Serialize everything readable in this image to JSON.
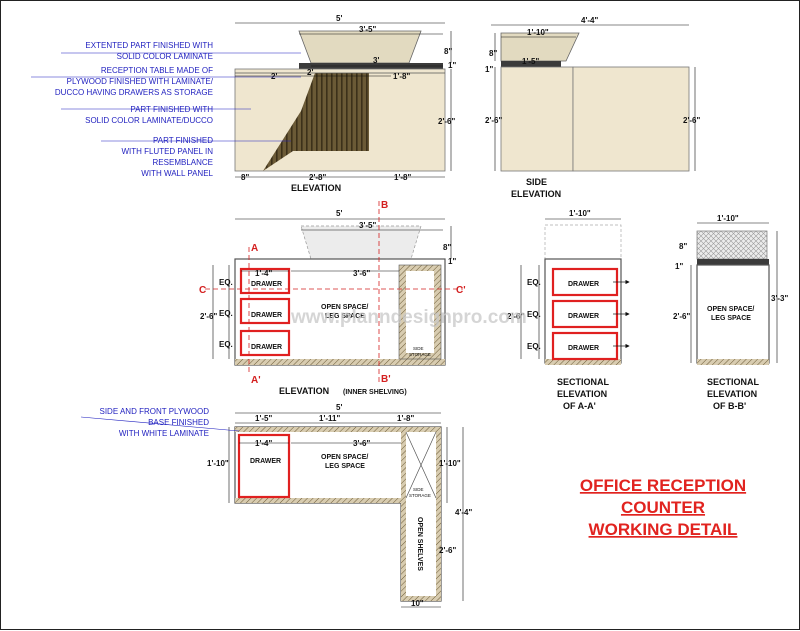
{
  "notes": [
    "EXTENTED PART FINISHED WITH",
    "SOLID COLOR LAMINATE",
    "RECEPTION TABLE MADE OF",
    "PLYWOOD FINISHED WITH LAMINATE/",
    "DUCCO HAVING DRAWERS AS STORAGE",
    "PART FINISHED WITH",
    "SOLID COLOR LAMINATE/DUCCO",
    "PART FINISHED",
    "WITH FLUTED PANEL IN",
    "RESEMBLANCE",
    "WITH WALL PANEL"
  ],
  "plan_notes": [
    "SIDE AND FRONT PLYWOOD",
    "BASE FINISHED",
    "WITH WHITE LAMINATE"
  ],
  "captions": {
    "elevation": "ELEVATION",
    "side_1": "SIDE",
    "side_2": "ELEVATION",
    "inner": "ELEVATION",
    "inner_small": "(INNER SHELVING)",
    "sec_aa_1": "SECTIONAL",
    "sec_aa_2": "ELEVATION",
    "sec_aa_3": "OF A-A'",
    "sec_bb_1": "SECTIONAL",
    "sec_bb_2": "ELEVATION",
    "sec_bb_3": "OF B-B'"
  },
  "dims": {
    "d5": "5'",
    "d3_5": "3'-5\"",
    "d3": "3'",
    "d2": "2'",
    "d1_8": "1'-8\"",
    "d8": "8\"",
    "d1": "1\"",
    "d2_6": "2'-6\"",
    "d2_8": "2'-8\"",
    "d4_4": "4'-4\"",
    "d1_10": "1'-10\"",
    "d1_5": "1'-5\"",
    "d1_4": "1'-4\"",
    "d3_6": "3'-6\"",
    "eq": "EQ.",
    "d3_3": "3'-3\"",
    "d1_11": "1'-11\"",
    "d10": "10\""
  },
  "labels": {
    "drawer": "DRAWER",
    "open_space_1": "OPEN SPACE/",
    "open_space_2": "LEG SPACE",
    "side_storage_1": "SIDE",
    "side_storage_2": "STORAGE",
    "open_shelves": "OPEN SHELVES"
  },
  "cuts": {
    "a": "A",
    "a2": "A'",
    "b": "B",
    "b2": "B'",
    "c": "C",
    "c2": "C'"
  },
  "watermark": "www.planndesignpro.com",
  "title": [
    "OFFICE RECEPTION",
    "COUNTER",
    "WORKING DETAIL"
  ],
  "colors": {
    "panel": "#efe6cf",
    "top": "#e2dac0",
    "fluted": "#5a4a2a",
    "drawer_outline": "#e02020",
    "note_text": "#1f1fbf",
    "title_text": "#e1231f"
  }
}
